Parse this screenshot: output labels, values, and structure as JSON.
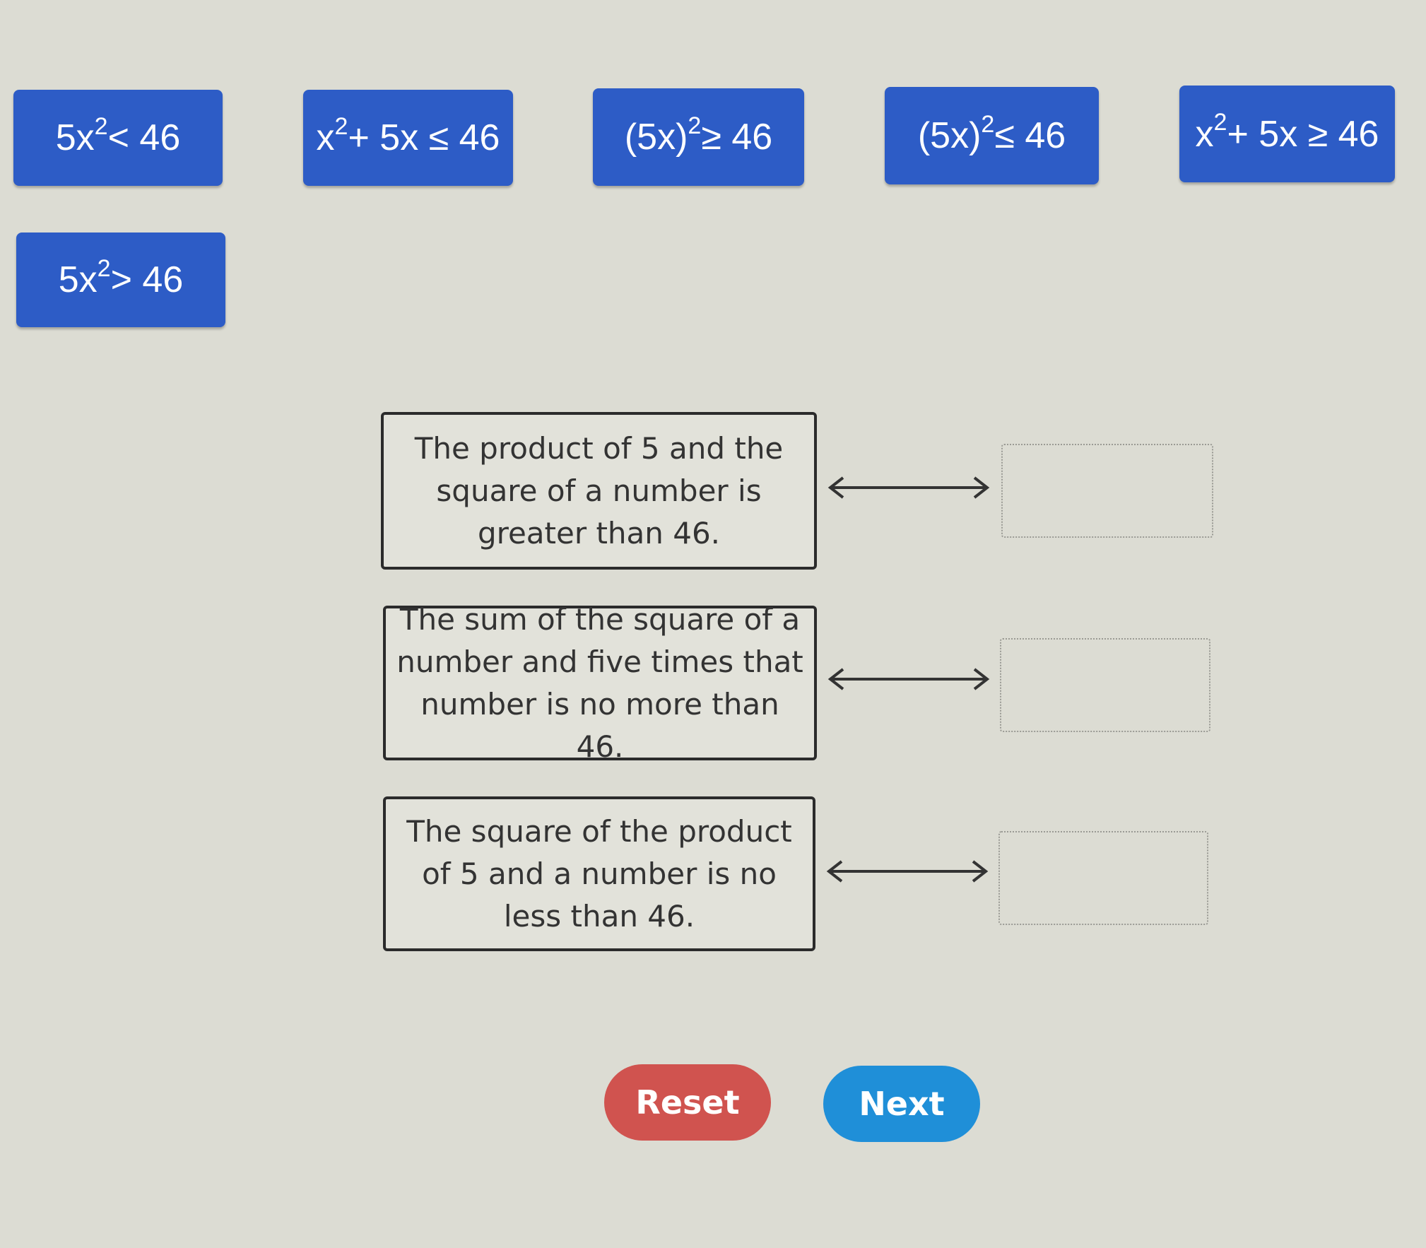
{
  "tiles": [
    {
      "base": "5x",
      "exp": "2",
      "rest": " < 46"
    },
    {
      "base": "x",
      "exp": "2",
      "rest": " + 5x ≤ 46"
    },
    {
      "base": "(5x)",
      "exp": "2",
      "rest": " ≥ 46"
    },
    {
      "base": "(5x)",
      "exp": "2",
      "rest": " ≤ 46"
    },
    {
      "base": "x",
      "exp": "2",
      "rest": " + 5x ≥ 46"
    },
    {
      "base": "5x",
      "exp": "2",
      "rest": " > 46"
    }
  ],
  "descriptions": [
    "The product of 5 and the square of a number is greater than 46.",
    "The sum of the square of a number and five times that number is no more than 46.",
    "The square of the product of 5 and a number is no less than 46."
  ],
  "buttons": {
    "reset": "Reset",
    "next": "Next"
  },
  "colors": {
    "tile": "#2d5cc6",
    "reset": "#d0534f",
    "next": "#1f8fd8"
  },
  "icons": {
    "connector": "double-arrow-icon"
  }
}
